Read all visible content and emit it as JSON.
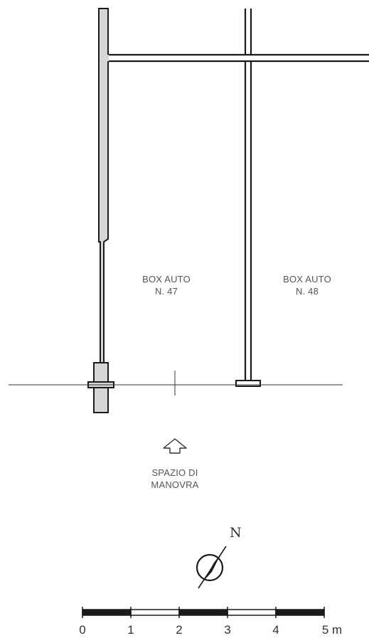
{
  "boxes": [
    {
      "line1": "BOX AUTO",
      "line2": "N. 47"
    },
    {
      "line1": "BOX AUTO",
      "line2": "N. 48"
    }
  ],
  "maneuver": {
    "line1": "SPAZIO DI",
    "line2": "MANOVRA"
  },
  "north_label": "N",
  "scale_bar": {
    "ticks": [
      "0",
      "1",
      "2",
      "3",
      "4"
    ],
    "last_tick": "5 m"
  },
  "colors": {
    "wall_fill": "#d6d6d6",
    "line": "#1a1a1a",
    "text": "#555555"
  }
}
